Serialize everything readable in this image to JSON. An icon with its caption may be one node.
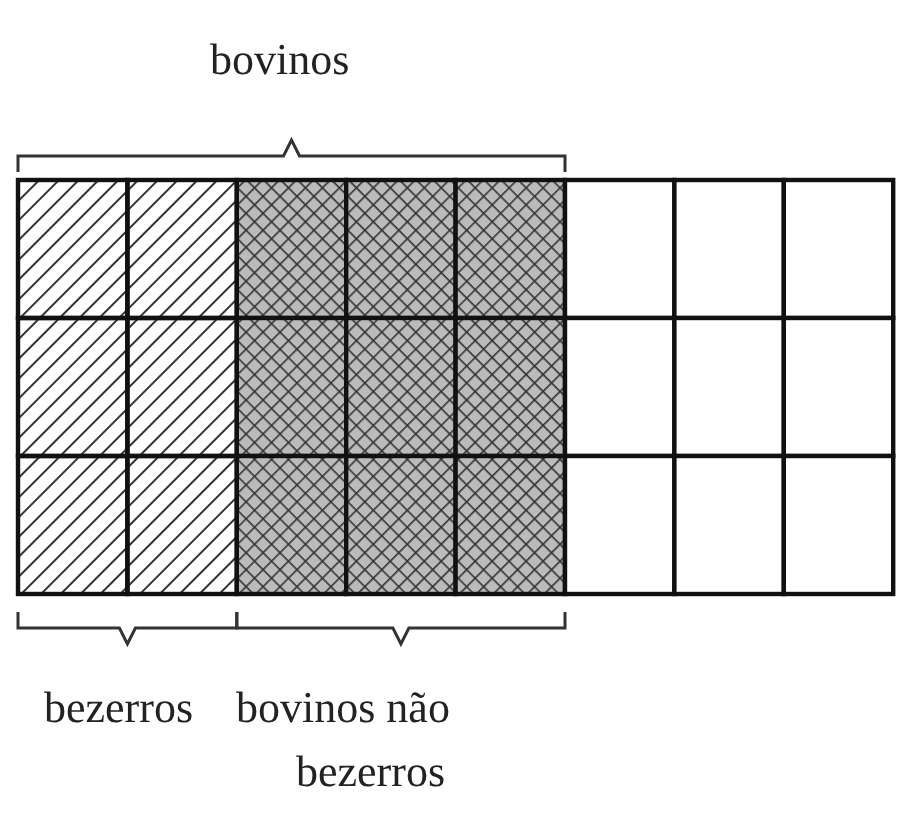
{
  "diagram": {
    "labels": [
      "bovinos",
      "bezerros",
      "bovinos não bezerros"
    ]
  }
}
